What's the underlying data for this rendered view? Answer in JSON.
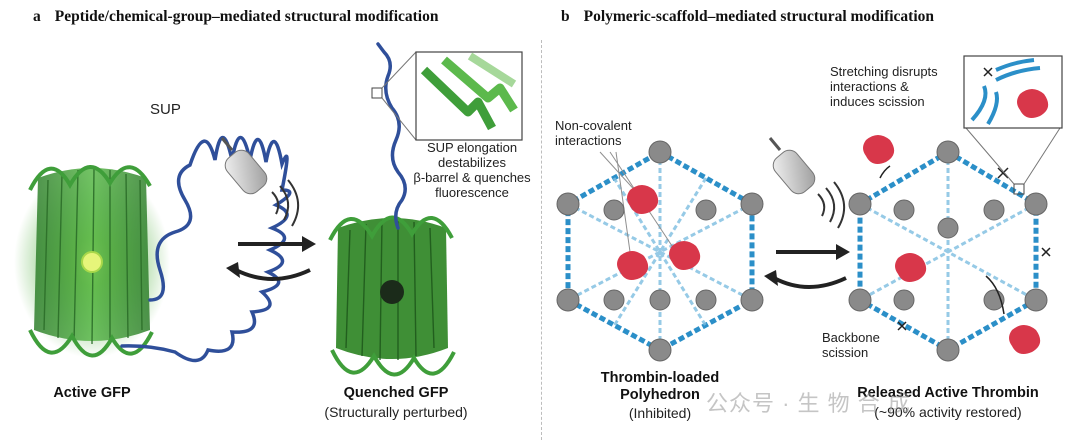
{
  "panel_a": {
    "letter": "a",
    "title": "Peptide/chemical-group–mediated structural modification",
    "sup_label": "SUP",
    "callout": [
      "SUP elongation",
      "destabilizes",
      "β-barrel & quenches",
      "fluorescence"
    ],
    "left_caption": "Active GFP",
    "right_caption": "Quenched GFP",
    "right_subcaption": "(Structurally perturbed)"
  },
  "panel_b": {
    "letter": "b",
    "title": "Polymeric-scaffold–mediated structural modification",
    "noncovalent_label": [
      "Non-covalent",
      "interactions"
    ],
    "stretch_label": [
      "Stretching disrupts",
      "interactions &",
      "induces scission"
    ],
    "backbone_label": [
      "Backbone",
      "scission"
    ],
    "left_caption": [
      "Thrombin-loaded",
      "Polyhedron"
    ],
    "left_subcaption": "(Inhibited)",
    "right_caption": "Released Active Thrombin",
    "right_subcaption": "(~90% activity restored)"
  },
  "watermark": "公众号 · 生 物 合 成",
  "colors": {
    "gfp_green": "#3f9e3a",
    "sup_blue": "#2f4f9a",
    "dna_blue": "#2b8fc8",
    "node_gray": "#8a8a8a",
    "thrombin_red": "#d8374a"
  }
}
